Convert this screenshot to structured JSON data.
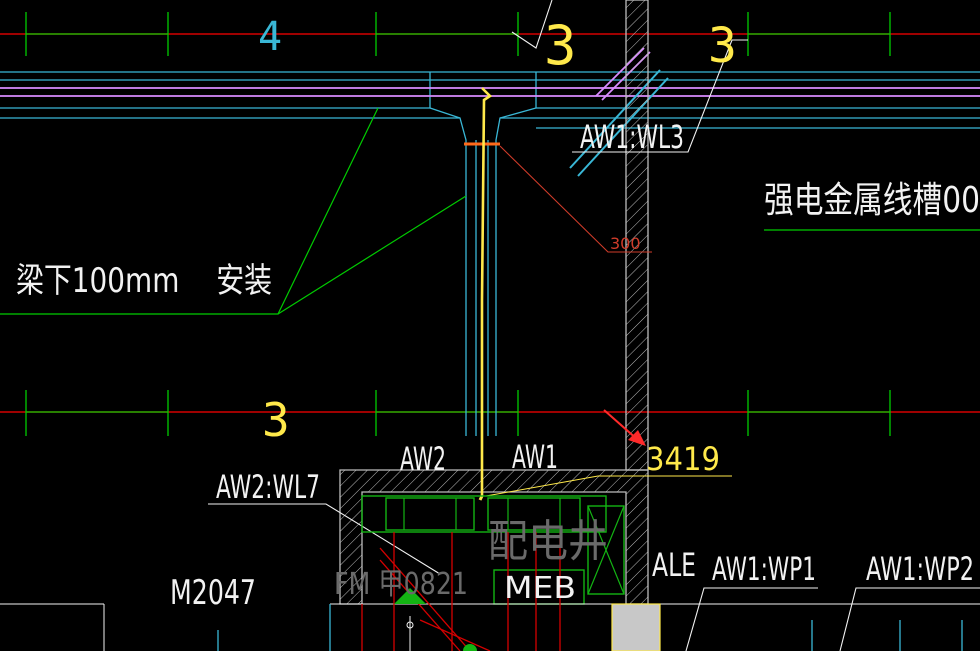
{
  "colors": {
    "background": "#000000",
    "dim_green": "#00cc00",
    "axis_red": "#d40000",
    "beam_cyan": "#39b7d6",
    "duct_magenta": "#d98bff",
    "cable_yellow": "#ffe94a",
    "text_white": "#f2f2f2",
    "leader_red": "#d03c2a",
    "hatch_gray": "#bdbdbd",
    "panel_green": "#13b413"
  },
  "dimensions": {
    "top_left_count": "4",
    "top_mid_count": "3",
    "top_right_count": "3",
    "mid_count": "3"
  },
  "labels": {
    "beam_note": "梁下100mm　 安装",
    "duct_note": "强电金属线槽00",
    "aw1_wl3": "AW1:WL3",
    "dim_300": "300",
    "elev_3419": "3419",
    "aw2": "AW2",
    "aw1": "AW1",
    "aw2_wl7": "AW2:WL7",
    "room_name": "配电井",
    "door_fm": "FM 甲0821",
    "meb": "MEB",
    "ale": "ALE",
    "aw1_wp1": "AW1:WP1",
    "aw1_wp2": "AW1:WP2",
    "door_m2047": "M2047"
  },
  "icons": {
    "arrow": "red-arrow-icon",
    "triangle": "green-triangle-icon"
  }
}
